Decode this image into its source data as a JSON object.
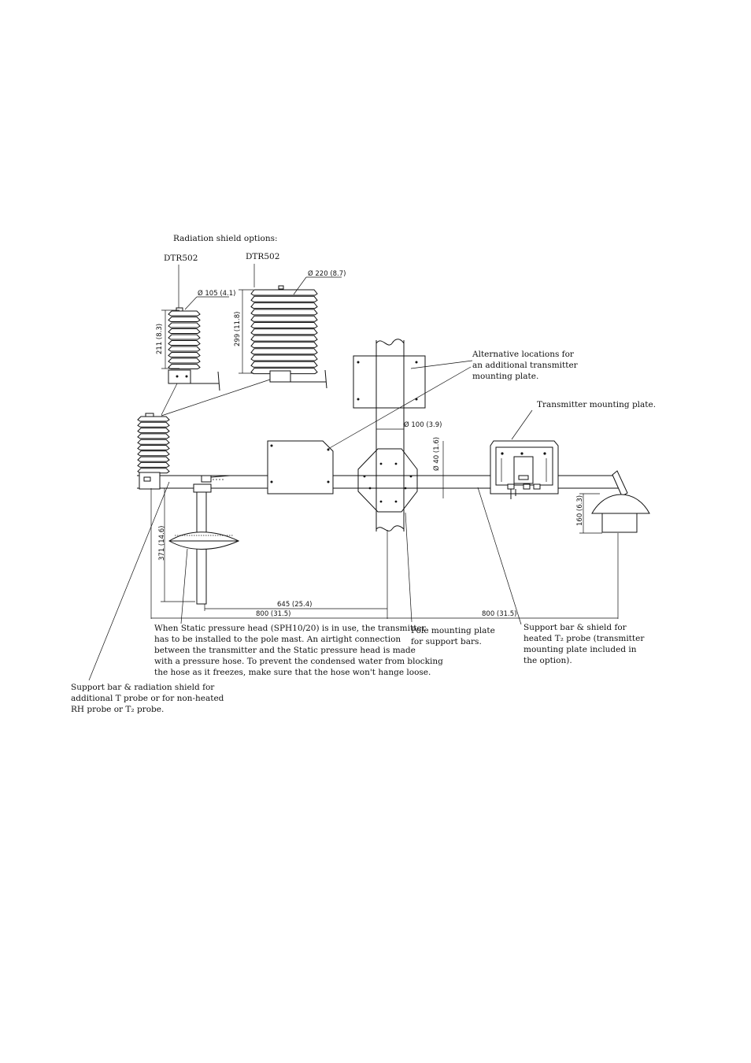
{
  "labels": {
    "radiation_shield_options": "Radiation shield options:",
    "shield_small_model": "DTR502",
    "shield_large_model": "DTR502",
    "alt_locations": [
      "Alternative locations for",
      "an additional transmitter",
      "mounting plate."
    ],
    "transmitter_plate": "Transmitter mounting plate.",
    "static_pressure_note": [
      "When Static pressure head (SPH10/20) is in use, the transmitter",
      "has to be installed to the pole mast. An airtight connection",
      "between the transmitter and the Static pressure head is made",
      "with a pressure hose. To prevent the condensed water from blocking",
      "the hose as it freezes, make sure that the hose won't hange loose."
    ],
    "pole_plate": [
      "Pole mounting plate",
      "for support bars."
    ],
    "support_bar_heated": [
      "Support bar & shield for",
      "heated T₂ probe (transmitter",
      "mounting plate included in",
      "the option)."
    ],
    "support_bar_left": [
      "Support bar & radiation shield for",
      "additional T probe or for non-heated",
      "RH probe or T₂ probe."
    ]
  },
  "dimensions": {
    "small_shield_diameter": "Ø 105 (4.1)",
    "small_shield_height": "211 (8.3)",
    "large_shield_diameter": "Ø 220 (8.7)",
    "large_shield_height": "299 (11.8)",
    "pole_diameter": "Ø 100 (3.9)",
    "bar_diameter": "Ø 40 (1.6)",
    "static_head_height": "371 (14.6)",
    "right_shield_height": "160 (6.3)",
    "dist_645": "645 (25.4)",
    "dist_800_left": "800 (31.5)",
    "dist_800_right": "800 (31.5)"
  }
}
